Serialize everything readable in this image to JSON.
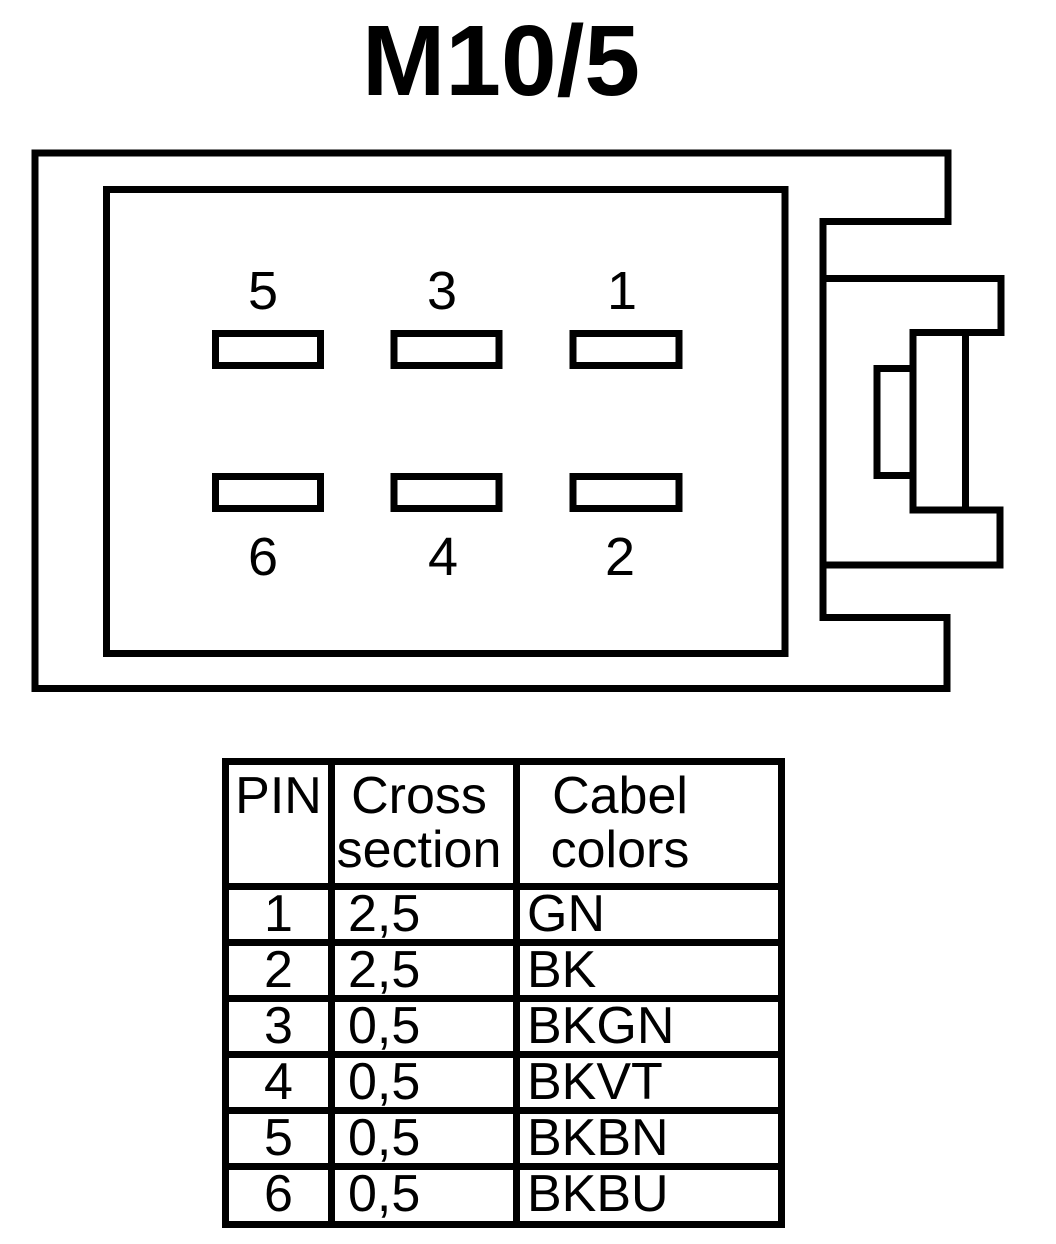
{
  "title": "M10/5",
  "colors": {
    "ink": "#000000",
    "background": "#ffffff"
  },
  "connector": {
    "pin_labels": [
      "5",
      "3",
      "1",
      "6",
      "4",
      "2"
    ]
  },
  "table": {
    "headers": {
      "pin": "PIN",
      "cross_section": "Cross section",
      "cabel_colors": "Cabel colors"
    },
    "rows": [
      {
        "pin": "1",
        "cross_section": "2,5",
        "cabel_color": "GN"
      },
      {
        "pin": "2",
        "cross_section": "2,5",
        "cabel_color": "BK"
      },
      {
        "pin": "3",
        "cross_section": "0,5",
        "cabel_color": "BKGN"
      },
      {
        "pin": "4",
        "cross_section": "0,5",
        "cabel_color": "BKVT"
      },
      {
        "pin": "5",
        "cross_section": "0,5",
        "cabel_color": "BKBN"
      },
      {
        "pin": "6",
        "cross_section": "0,5",
        "cabel_color": "BKBU"
      }
    ]
  }
}
